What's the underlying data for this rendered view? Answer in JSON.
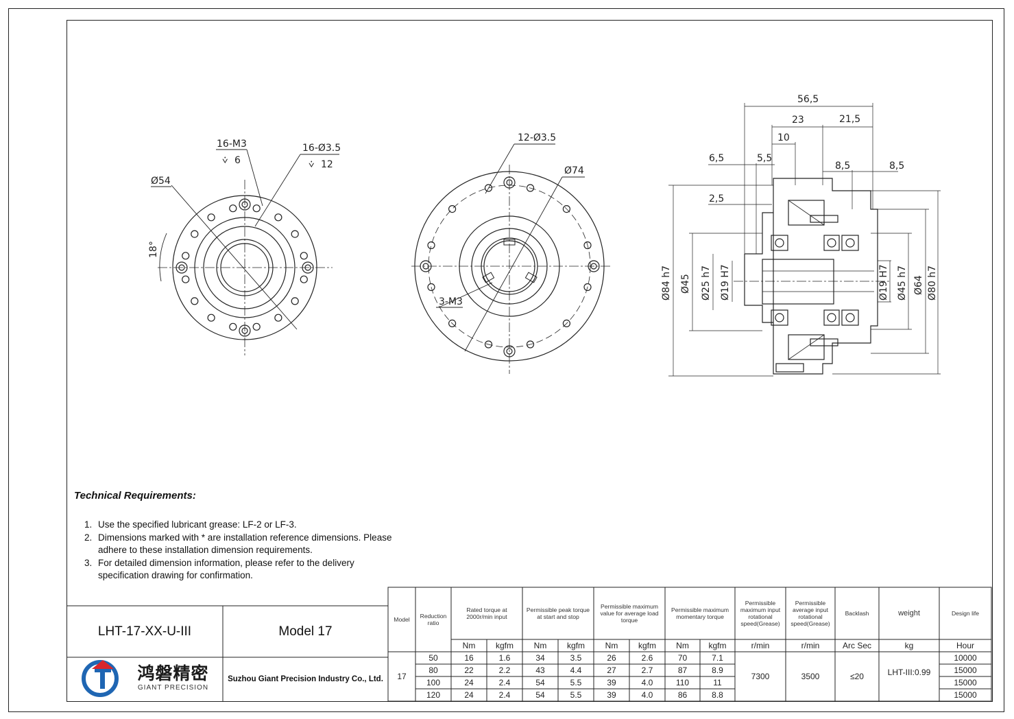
{
  "technical_requirements": {
    "title": "Technical Requirements:",
    "items": [
      {
        "num": "1.",
        "text": "Use the specified lubricant grease: LF-2 or LF-3."
      },
      {
        "num": "2.",
        "text": "Dimensions marked with * are installation reference dimensions. Please adhere to these installation dimension requirements."
      },
      {
        "num": "3.",
        "text": "For detailed dimension information, please refer to the delivery specification drawing for confirmation."
      }
    ]
  },
  "title_block": {
    "model_code": "LHT-17-XX-U-III",
    "model_name": "Model 17",
    "company": "Suzhou Giant Precision Industry Co., Ltd.",
    "logo_cn": "鸿磐精密",
    "logo_en": "GIANT PRECISION",
    "logo_color": "#1f66b3",
    "logo_accent": "#d8262c"
  },
  "drawing_labels": {
    "left_view": {
      "d54": "Ø54",
      "m3": "16-M3",
      "m3_depth": "6",
      "holes": "16-Ø3.5",
      "holes_depth": "12",
      "angle": "18°"
    },
    "middle_view": {
      "holes": "12-Ø3.5",
      "d74": "Ø74",
      "m3": "3-M3"
    },
    "side_view": {
      "top": [
        "56,5",
        "23",
        "21,5",
        "10",
        "6,5",
        "5,5",
        "8,5",
        "8,5",
        "2,5"
      ],
      "left": [
        "Ø84 h7",
        "Ø45",
        "Ø25 h7",
        "Ø19 H7"
      ],
      "right": [
        "Ø19 H7",
        "Ø45 h7",
        "Ø64",
        "Ø80 h7"
      ]
    }
  },
  "spec_table": {
    "headers": {
      "model": "Model",
      "ratio": "Reduction ratio",
      "rated": "Rated torque at 2000r/min input",
      "peak": "Permissible peak torque at start and stop",
      "avg": "Permissible maximum value for average load torque",
      "momentary": "Permissible maximum momentary torque",
      "max_speed": "Permissible maximum input rotational speed(Grease)",
      "avg_speed": "Permissible average input rotational speed(Grease)",
      "backlash": "Backlash",
      "weight": "weight",
      "life": "Design life"
    },
    "units": [
      "Nm",
      "kgfm",
      "Nm",
      "kgfm",
      "Nm",
      "kgfm",
      "Nm",
      "kgfm",
      "r/min",
      "r/min",
      "Arc Sec",
      "kg",
      "Hour"
    ],
    "model": "17",
    "rows": [
      {
        "ratio": "50",
        "v": [
          "16",
          "1.6",
          "34",
          "3.5",
          "26",
          "2.6",
          "70",
          "7.1"
        ],
        "life": "10000"
      },
      {
        "ratio": "80",
        "v": [
          "22",
          "2.2",
          "43",
          "4.4",
          "27",
          "2.7",
          "87",
          "8.9"
        ],
        "life": "15000"
      },
      {
        "ratio": "100",
        "v": [
          "24",
          "2.4",
          "54",
          "5.5",
          "39",
          "4.0",
          "110",
          "11"
        ],
        "life": "15000"
      },
      {
        "ratio": "120",
        "v": [
          "24",
          "2.4",
          "54",
          "5.5",
          "39",
          "4.0",
          "86",
          "8.8"
        ],
        "life": "15000"
      }
    ],
    "max_speed": "7300",
    "avg_speed": "3500",
    "backlash": "≤20",
    "weight": "LHT-III:0.99"
  }
}
